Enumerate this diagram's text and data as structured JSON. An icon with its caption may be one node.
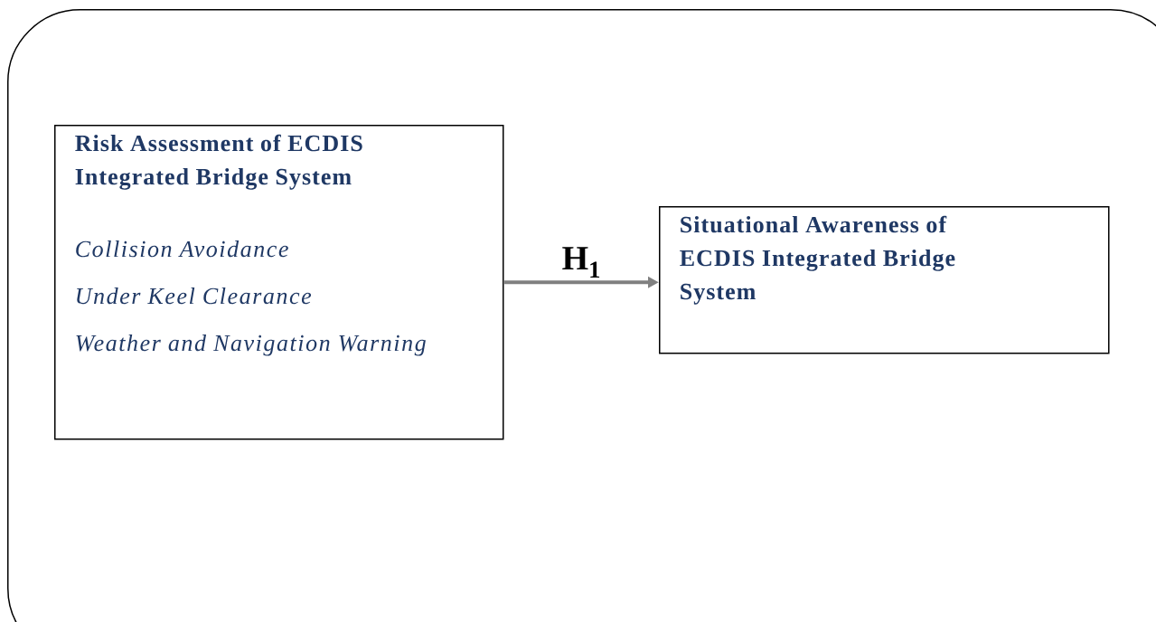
{
  "diagram": {
    "nodes": [
      {
        "text": [],
        "shape": "box"
      },
      {
        "text": [
          "Risk Assessment of ECDIS Integrated Bridge System",
          "Collision Avoidance",
          "Under Keel Clearance",
          "Weather and Navigation Warning"
        ],
        "in": 0
      },
      {
        "text": [
          "Situational Awareness of ECDIS Integrated Bridge System"
        ],
        "in": 0
      }
    ],
    "edges": [
      {
        "from": 1,
        "to": 2,
        "arrow": "to",
        "label": "H$_{1}$"
      }
    ]
  }
}
